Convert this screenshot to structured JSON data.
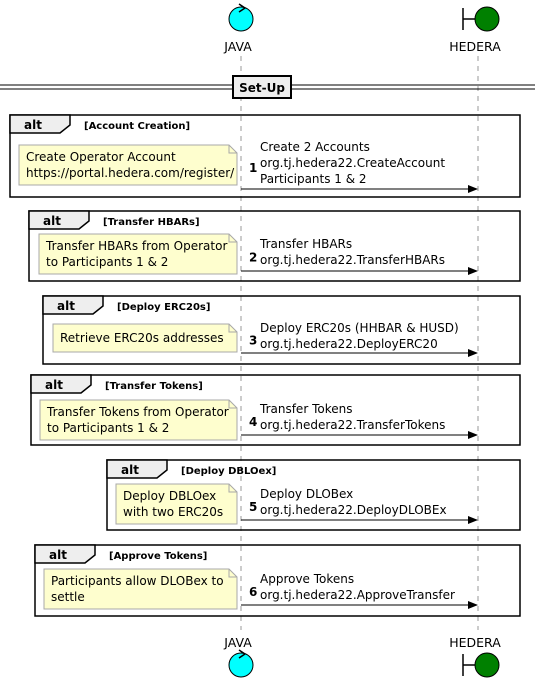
{
  "participants": {
    "java": {
      "label": "JAVA",
      "icon": "control-icon",
      "color": "#00FFFF"
    },
    "hedera": {
      "label": "HEDERA",
      "icon": "boundary-icon",
      "color": "#008000"
    }
  },
  "divider": {
    "label": "Set-Up"
  },
  "colors": {
    "note_fill": "#FEFECE",
    "note_stroke": "#A8A8A8",
    "frame_header": "#EEEEEE"
  },
  "groups": [
    {
      "tag": "alt",
      "condition": "[Account Creation]",
      "note": [
        "Create Operator Account",
        "https://portal.hedera.com/register/"
      ],
      "number": "1",
      "message": [
        "Create 2 Accounts",
        "org.tj.hedera22.CreateAccount",
        "Participants 1 & 2"
      ]
    },
    {
      "tag": "alt",
      "condition": "[Transfer HBARs]",
      "note": [
        "Transfer HBARs from Operator",
        "to Participants 1 & 2"
      ],
      "number": "2",
      "message": [
        "Transfer HBARs",
        "org.tj.hedera22.TransferHBARs"
      ]
    },
    {
      "tag": "alt",
      "condition": "[Deploy ERC20s]",
      "note": [
        "Retrieve ERC20s addresses"
      ],
      "number": "3",
      "message": [
        "Deploy ERC20s (HHBAR & HUSD)",
        "org.tj.hedera22.DeployERC20"
      ]
    },
    {
      "tag": "alt",
      "condition": "[Transfer Tokens]",
      "note": [
        "Transfer Tokens from Operator",
        "to Participants 1 & 2"
      ],
      "number": "4",
      "message": [
        "Transfer Tokens",
        "org.tj.hedera22.TransferTokens"
      ]
    },
    {
      "tag": "alt",
      "condition": "[Deploy DBLOex]",
      "note": [
        "Deploy DBLOex",
        "with two ERC20s"
      ],
      "number": "5",
      "message": [
        "Deploy DLOBex",
        "org.tj.hedera22.DeployDLOBEx"
      ]
    },
    {
      "tag": "alt",
      "condition": "[Approve Tokens]",
      "note": [
        "Participants allow DLOBex to",
        "settle"
      ],
      "number": "6",
      "message": [
        "Approve Tokens",
        "org.tj.hedera22.ApproveTransfer"
      ]
    }
  ]
}
